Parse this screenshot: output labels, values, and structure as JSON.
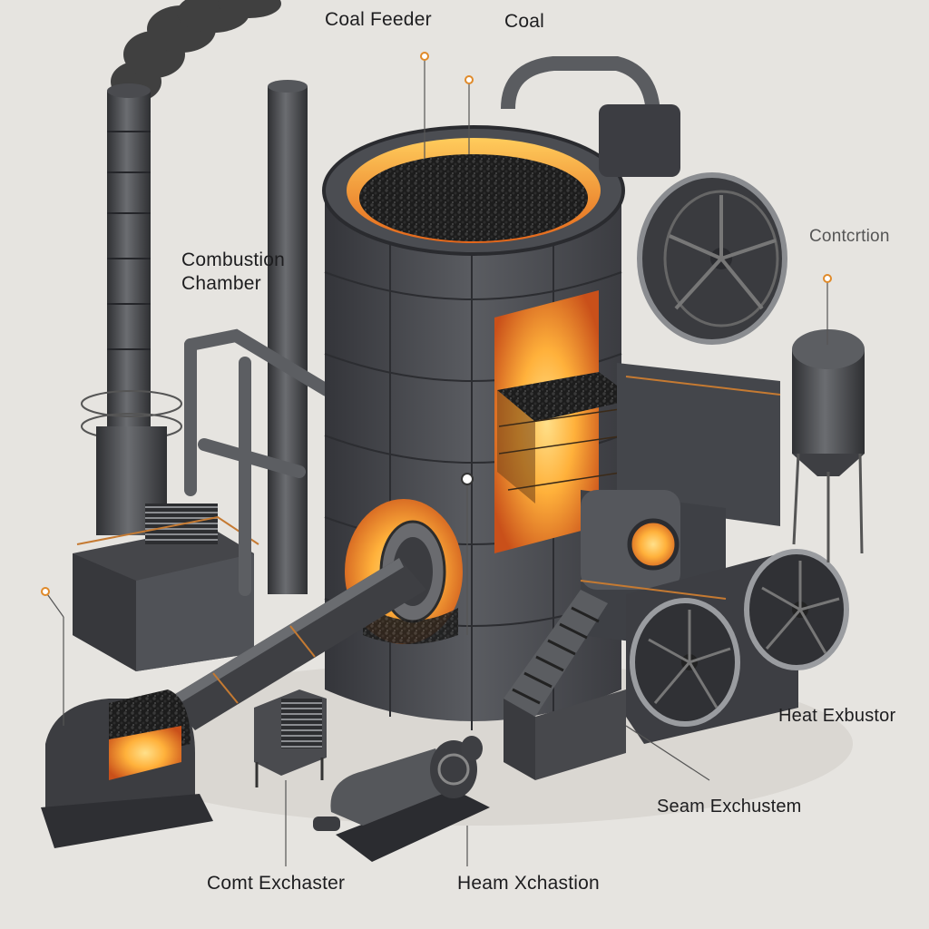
{
  "labels": {
    "coal_feeder": "Coal Feeder",
    "coal": "Coal",
    "combustion_chamber_line1": "Combustion",
    "combustion_chamber_line2": "Chamber",
    "condensation": "Contcrtion",
    "heat_exhauster": "Heat Exbustor",
    "steam_exhaust": "Seam Exchustem",
    "coal_exchanger": "Comt Exchaster",
    "heam_exhaustion": "Heam Xchastion"
  },
  "colors": {
    "background": "#e6e4e0",
    "steel_dark": "#3a3b3e",
    "steel_mid": "#55575b",
    "steel_light": "#7a7c80",
    "fire_core": "#ffb13b",
    "fire_edge": "#e3661a",
    "coal": "#1c1c1c",
    "pointer": "#e08a2a",
    "smoke": "#2a2a2a"
  }
}
